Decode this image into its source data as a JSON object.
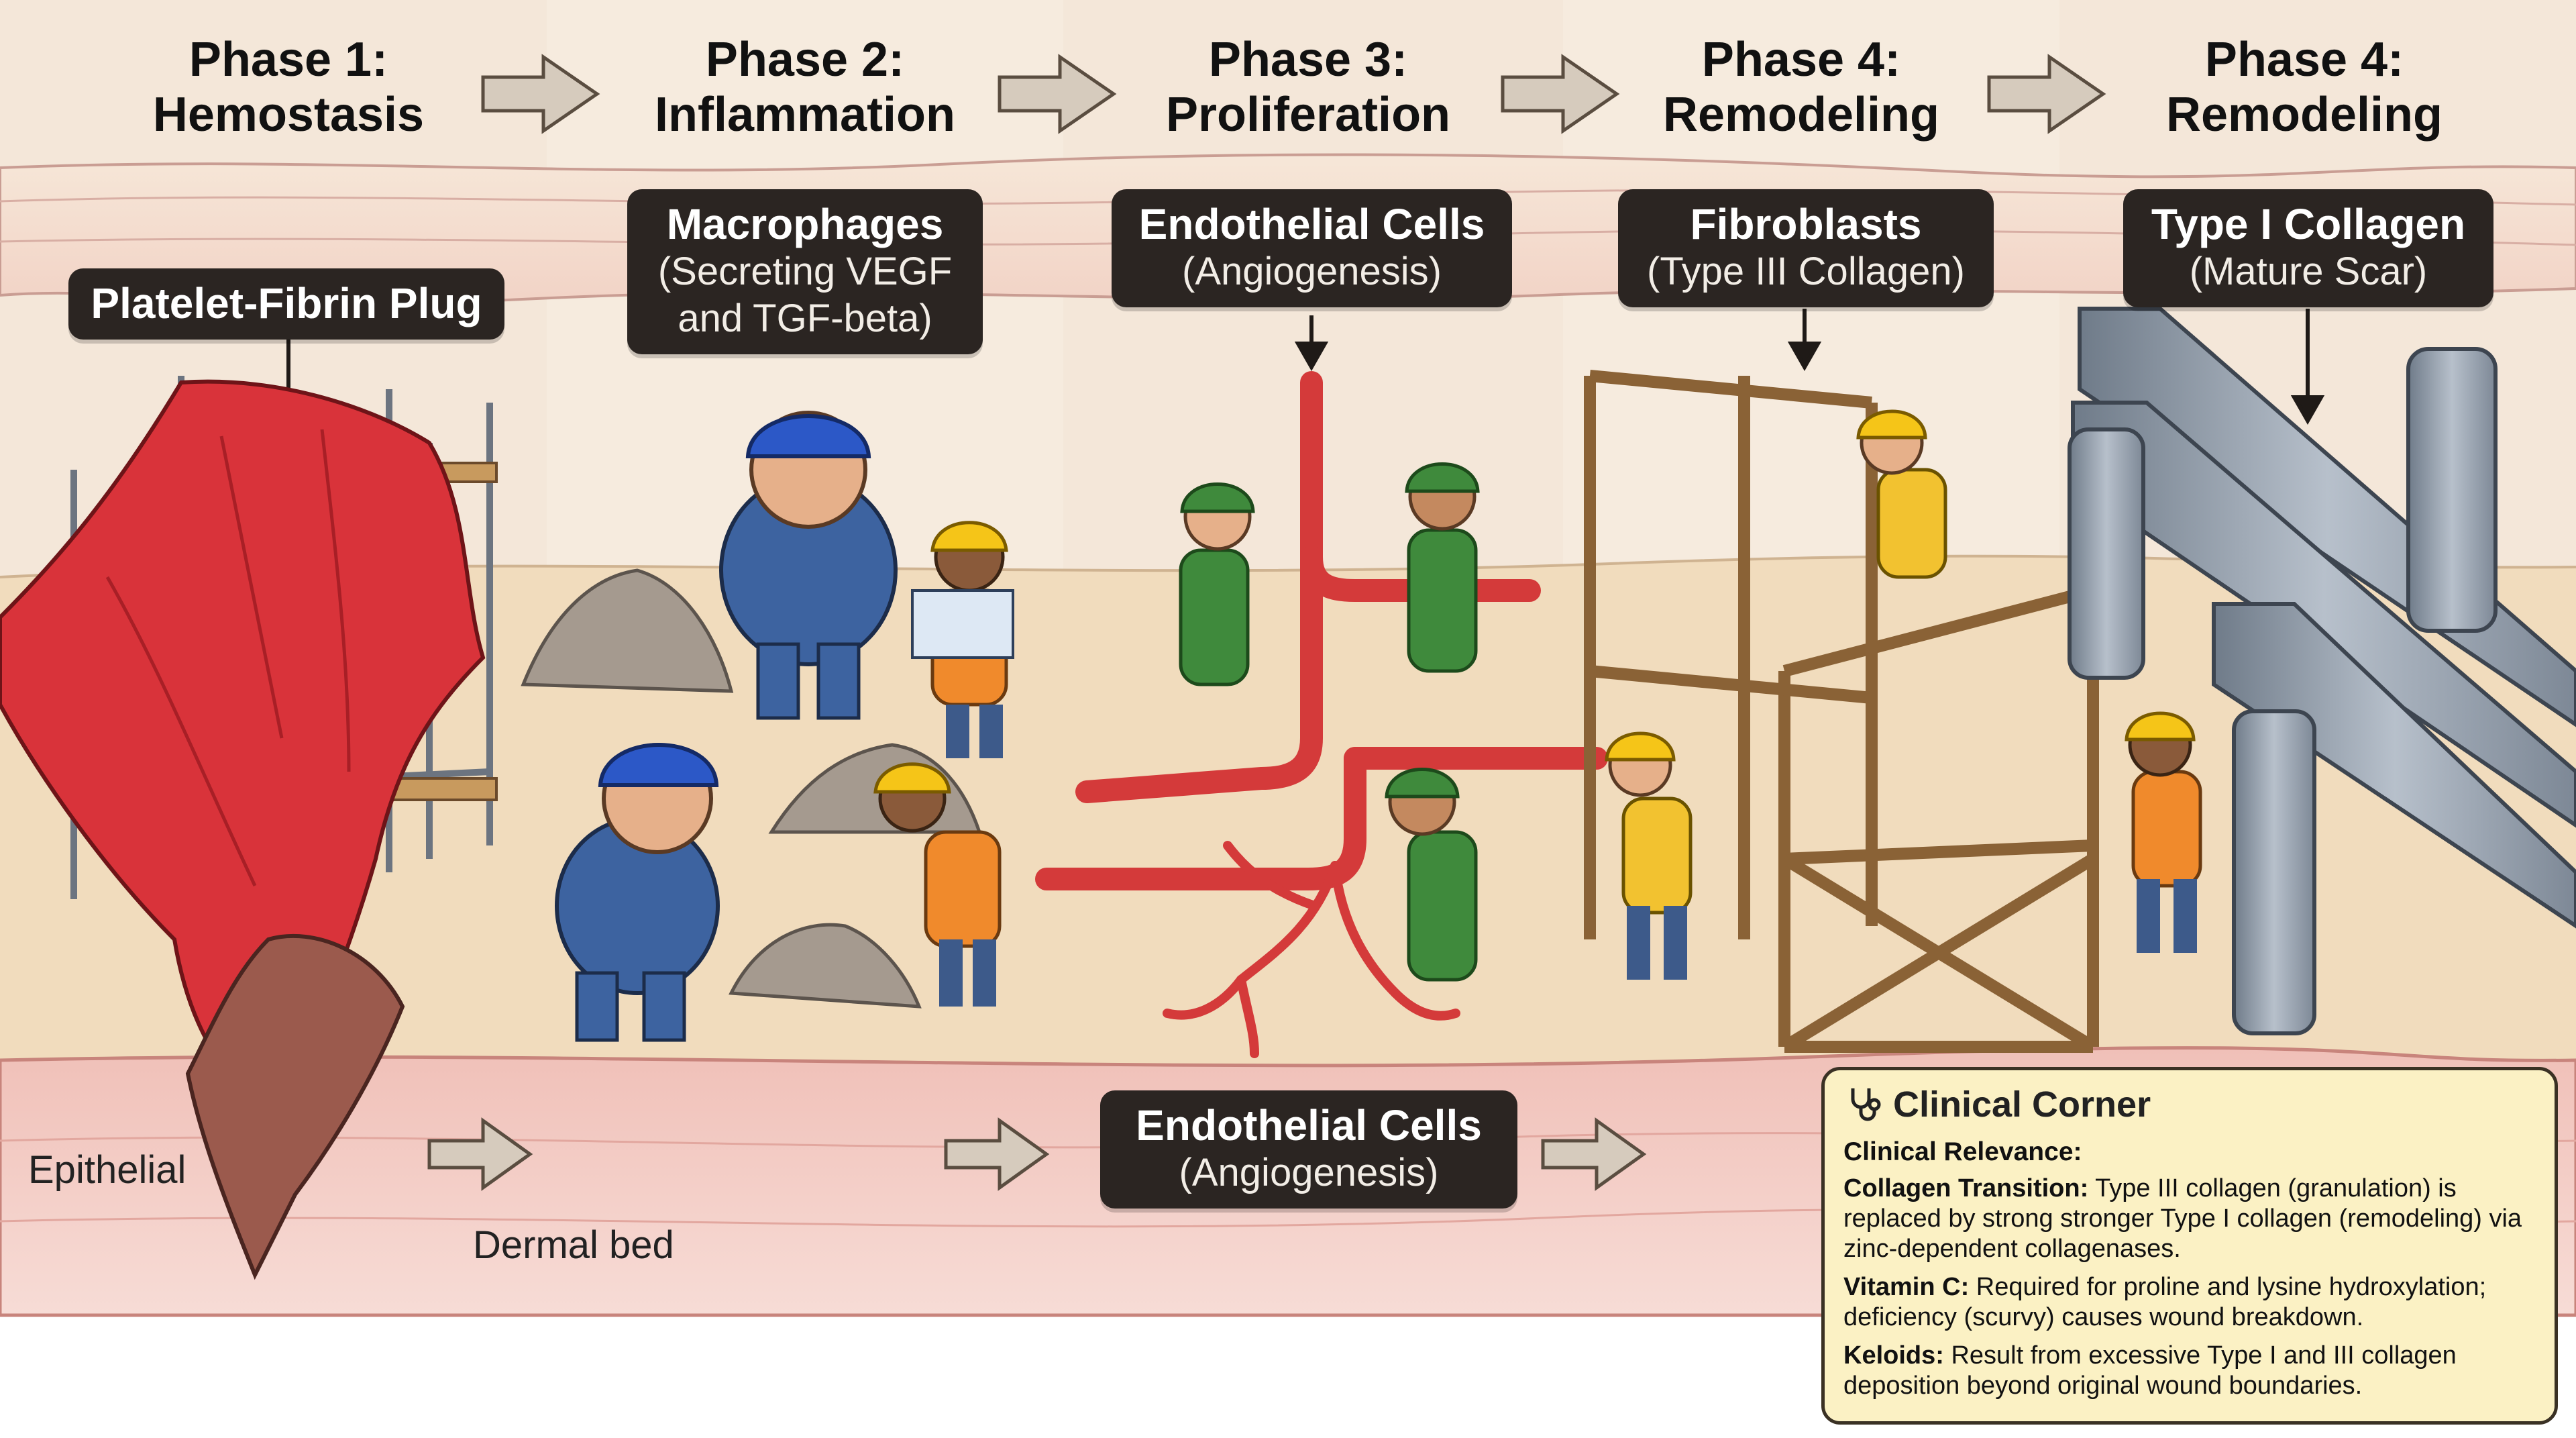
{
  "phases": [
    {
      "line1": "Phase 1:",
      "line2": "Hemostasis"
    },
    {
      "line1": "Phase 2:",
      "line2": "Inflammation"
    },
    {
      "line1": "Phase 3:",
      "line2": "Proliferation"
    },
    {
      "line1": "Phase 4:",
      "line2": "Remodeling"
    },
    {
      "line1": "Phase 4:",
      "line2": "Remodeling"
    }
  ],
  "labels": {
    "plug": {
      "title": "Platelet-Fibrin Plug"
    },
    "macrophages": {
      "title": "Macrophages",
      "sub1": "(Secreting VEGF",
      "sub2": "and TGF-beta)"
    },
    "endothelial_top": {
      "title": "Endothelial Cells",
      "sub": "(Angiogenesis)"
    },
    "fibroblasts": {
      "title": "Fibroblasts",
      "sub": "(Type III Collagen)"
    },
    "collagen": {
      "title": "Type I Collagen",
      "sub": "(Mature Scar)"
    },
    "endothelial_bottom": {
      "title": "Endothelial Cells",
      "sub": "(Angiogenesis)"
    }
  },
  "layers": {
    "epithelial": "Epithelial",
    "dermal": "Dermal bed"
  },
  "clinical": {
    "title": "Clinical Corner",
    "relevance": "Clinical Relevance:",
    "items": [
      {
        "term": "Collagen Transition:",
        "text": " Type III collagen (granulation) is replaced by strong stronger Type I collagen (remodeling) via zinc-dependent collagenases."
      },
      {
        "term": "Vitamin C:",
        "text": " Required for proline and lysine hydroxylation; deficiency (scurvy) causes wound breakdown."
      },
      {
        "term": "Keloids:",
        "text": " Result from excessive Type I and III collagen deposition beyond original wound boundaries."
      }
    ]
  },
  "icons": [
    "right-arrow-icon",
    "down-arrow-icon",
    "stethoscope-icon",
    "hard-hat-icon"
  ],
  "colors": {
    "fibrin": "#d9333a",
    "vessel": "#d43a3a",
    "wood": "#c89a5e",
    "steel": "#8f9aa8",
    "label_bg": "#2b2522",
    "note_bg": "#fbf1c4"
  }
}
